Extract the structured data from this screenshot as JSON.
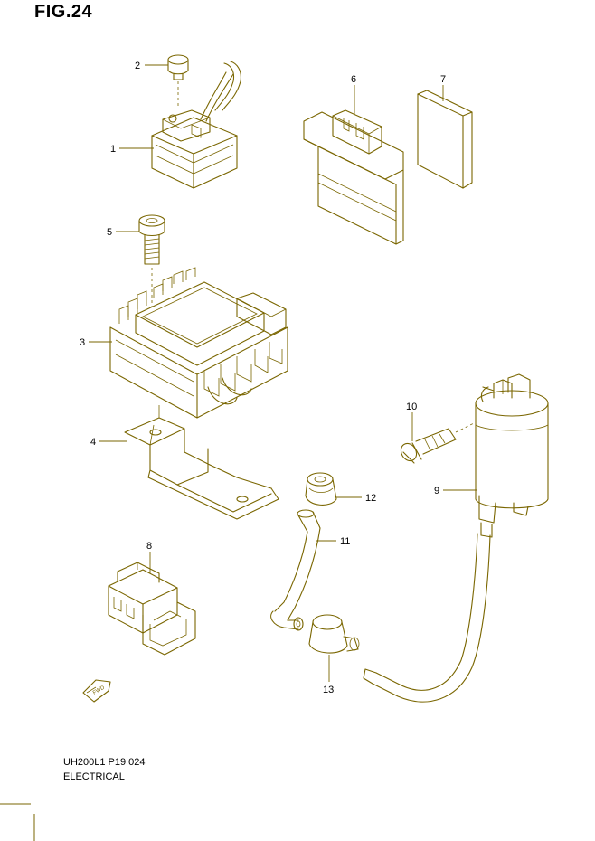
{
  "figure": {
    "title": "FIG.24",
    "model_code": "UH200L1 P19  024",
    "section": "ELECTRICAL"
  },
  "callouts": [
    "1",
    "2",
    "3",
    "4",
    "5",
    "6",
    "7",
    "8",
    "9",
    "10",
    "11",
    "12",
    "13"
  ],
  "direction_marker": {
    "label": "FWD"
  },
  "colors": {
    "line_art": "#7a6600",
    "text": "#000000",
    "background": "#ffffff"
  }
}
